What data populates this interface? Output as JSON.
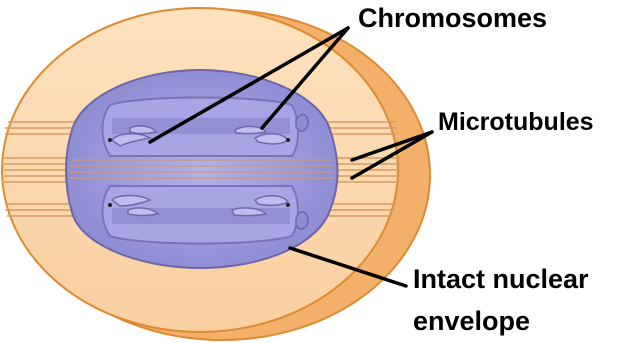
{
  "labels": {
    "chromosomes": "Chromosomes",
    "microtubules": "Microtubules",
    "nuclear_envelope_line1": "Intact nuclear",
    "nuclear_envelope_line2": "envelope"
  },
  "colors": {
    "cell_body": "#fbd7ad",
    "cell_outline": "#dd8a33",
    "cell_shadow": "#f2b06a",
    "nucleus": "#9c9bd9",
    "nucleus_outline": "#6c66a9",
    "chromosome_fill": "#bbb7ee",
    "microtubule": "#d79a66",
    "label_line": "#000000"
  }
}
